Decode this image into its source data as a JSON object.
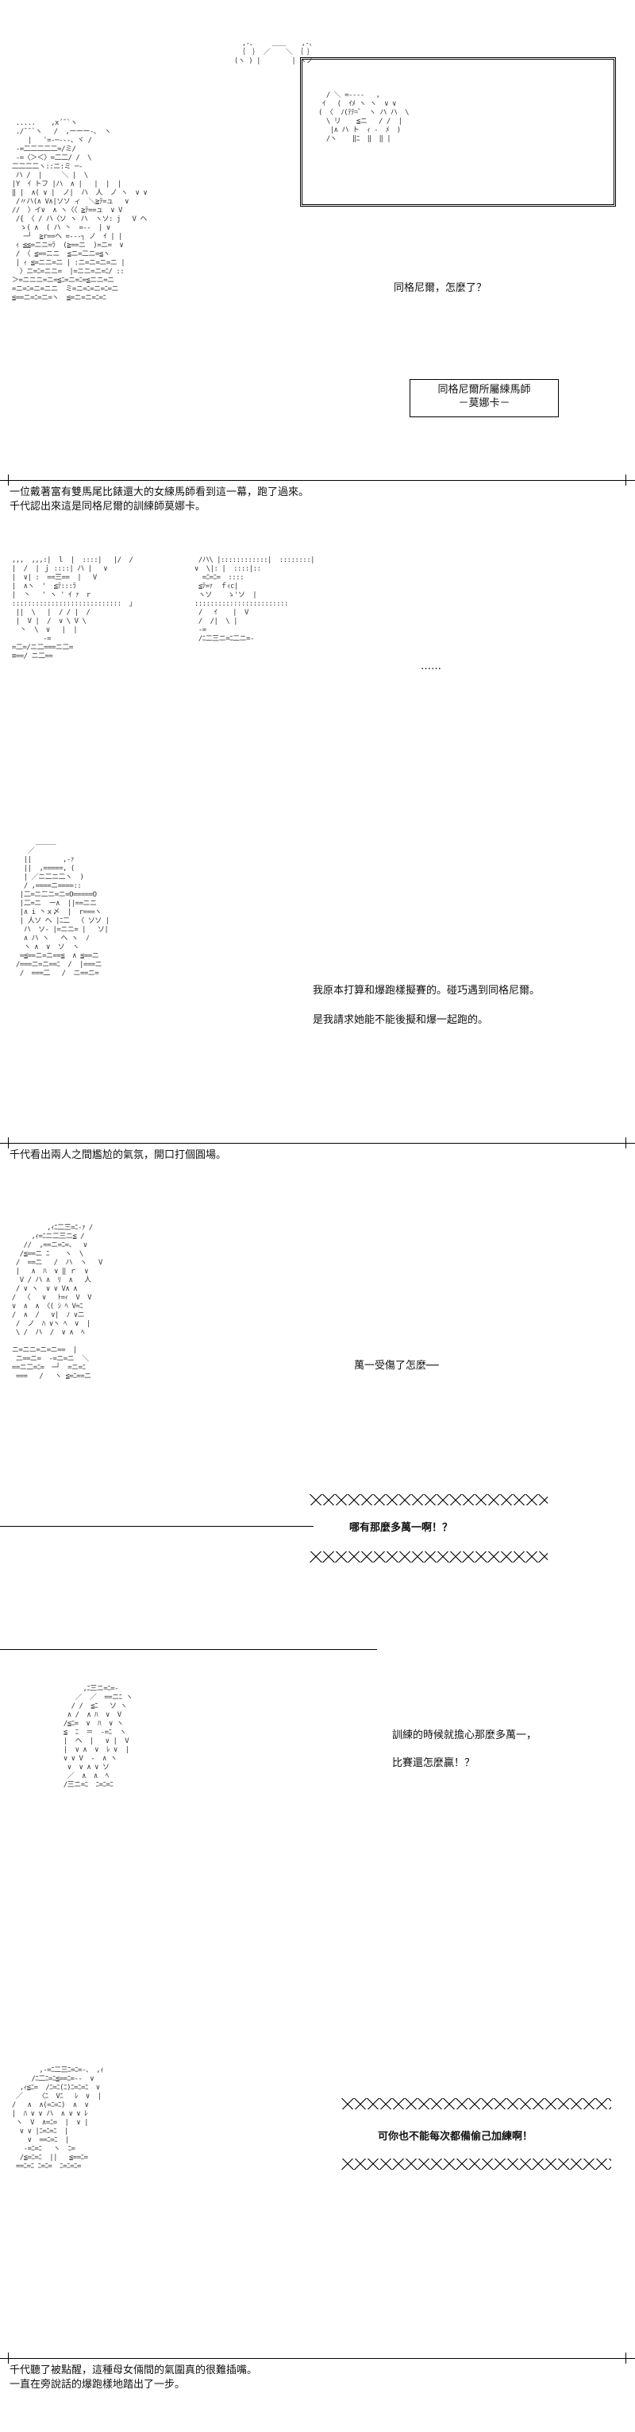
{
  "panel1": {
    "art_main": "  .....    ,x´¯`ヽ\n  ./¯¯`ヽ   /  ,ーーー‐、 ヽ\n     |   ʿ=-─‐--、ヾ /\n  -=二二二二二=/ミ/\n  ‐=〈＞＜〉=二二/ /  \\\n 二二二二ヽ::ニ:ミ ─‐\n  ハ /  |     ＼ |  \\\n |Y  ｲ トフ |ハ  ∧ |   |  |  |\n ‖ |  ∧( ∨ |  ノ|  ハ  人  ノ ヽ  ∨ ∨\n  /〃ハ(∧ V∧|ソソ ィ  ＼≧ﾃ=ュ   ∨\n //  〉イ∨  ∧ ヽ〈〈 ≧ﾃ==ュ  ∨ V\n  /{ 〈 / ハ〈ソ ヽ ハ  ヽソ: j   V ヘ\n   ゝ( ∧  ( ハ 丶  =-‐  | ∨\n    ─┘  ≧r==ヘ =---┐ ノ  ｲ | |\n  ｨ ≦≦=ニニ=ﾗ  (≧==ニ  )=ニ=  ∨\n  / 〈 ≦==ニニ  ≦ニ=二ニ=≦ヽ\n  | ｨ ≦=ニニ=ニ | :ニ=ニ=ニ=ニ |\n   〉ニ=ﾆ=ニニ=  |=ニニ=ニ=ﾆ/ :: \n ＞=ニニニ=ニ=≦ﾆ=ニ=ﾆ=≦ニニ=ニ\n =ニ=ﾆ=ニ=ニニ  ミ=ニ=ﾆ=ニ=ﾆ=ニ\n ≦==ニ=ﾆ=ニ=ヽ  ≦=ニ=ニ=ﾆ=ﾆ",
    "inset_art": "  / ＼ =--‐‐   ,\n ｲ   (  ｲﾒ ヽ ヽ  ∨ ∨\n( 〈  ﾉ(ﾃﾃ=ﾞ  ヽ ハ ハ  \\\n  \\ リ    ≦ニ   / /  |\n   |∧ ハ ト  ｨ -  ﾒ  )\n  /ヽ    ‖ﾆ  ‖  ‖ |",
    "line1": "同格尼爾，怎麼了？",
    "name_box_line1": "同格尼爾所屬練馬師",
    "name_box_line2": "－莫娜卡－",
    "caption_line1": "一位戴著富有雙馬尾比錶還大的女練馬師看到這一幕，跑了過來。",
    "caption_line2": "千代認出來這是同格尼爾的訓練師莫娜卡。"
  },
  "panel2": {
    "art_left": " ,,,  ,,,:|  l  |  ::::|   |/  /\n |  /  | ｊ ::::| ハ |   ∨\n |  ∨| :  ==三==  |   V\n |  ∧ヽ  '  ≦ﾃ:::ﾗ\n |  丶   ' ヽ ' ｲ ｧ  r\n ::::::::::::::::::::::::::::  ｣\n  ||  \\   |  / / |  /\n  |  V |  /  ∨ \\ V \\\n   丶  \\  ∨   |  |\n         ‐=\n =二=/ニ二===ニ二=\n ≡==/ ニ二==",
    "art_right": "  /ハ\\ |::::::::::::|  ::::::::|\n ∨  \\|: |  ::::|::\n   =ﾆ=ﾆ=  ::::\n  ≦ﾃ=ｧ  ｆｨc| \n  ヽソ    ゝ'ソ  |\n ::::::::::::::::::::::::\n  /   ｲ    |  V\n  /  /|  \\ |\n  ‐=  \n  /ﾆ二三ニ=ﾆ二ニ=-",
    "dots": "……",
    "caption": ""
  },
  "panel3": {
    "art": "     ＿＿＿\n   ／      \n  ||        ,-ｧ\n  ||  ,=====, (\n  | ／ニ二ニ二ヽ  )\n  / ,====ニ====::\n |二=ニ二ニ=ニ=O=====O\n |二=ニ  ー∧  ||==ニニ\n |∧ i 丶ｘ〆  |  r===ヽ\n | 人ソ へ |ﾆ二  〈 ソソ |\n  ハ  ソ‐ |=ニニ= |   ソ|\n  ∧ ハ ヽ   ヘ ヽ  ﾉ\n  ヽ ∧  ∨  ソ  ヽ\n =≦==ニ=ニ==≦  ∧ ≦==ニ\n/===ニ=ニ==ﾆ  /  |===ニ\n /  ===二   /  ニ==ニ=",
    "line1": "我原本打算和爆跑樣擬賽的。碰巧遇到同格尼爾。",
    "line2": "是我請求她能不能後擬和爆一起跑的。",
    "caption": "千代看出兩人之間尷尬的氣氛，開口打個圓場。"
  },
  "panel4": {
    "art": "          ,ｨﾆ二三=ﾆ-ｧ /\n      ,ｨ=ﾆニ二三ニ≦ /\n    //  ,==ニ=ﾆ=、  ∨\n   /≦==ニ ﾆ    ヽ  \\\n  /  ==ニ   /  ハ  ヽ   V\n  |   ∧  ﾊ  ∨ ‖ ｒ  ∨\n   V / ハ ∧  ﾘ  ∧   人\n  / ∨ ヽ  ∨ ∨ V∧ ∧\n /  〈   ∨   ﾄ=ｨ  V  V\n ∨  ∧  ∧ 〈( ｼ ﾍ V=ﾆ \n /  ∧  /   ∨|  ﾉ ∨ニ\n  /  ノ  ﾊ ∨ヽ ﾍ  ∨  |\n  \\ /  ハ  /  ∨ ∧  ﾍ\n\n ニ=ニニ=ニ=ニ==  |\n  ニ==ニ=  ‐=ニ=ニ  ＼\n ==ニ二=ﾆ=  ─┘  =ニ=ﾆ\n  ===   /   ヽ ≦=ﾆ==ニ",
    "line1": "萬一受傷了怎麼──",
    "shout": "哪有那麼多萬一啊！？"
  },
  "panel5": {
    "art": "       ,ﾆ三ニ=ﾆ=-\n     ／  ／  ==ニﾆ ヽ\n    / /  ≦ﾆ   ソ ヽ\n   ∧ /  ∧ ﾊ  ∨  V\n  /≦ﾆ=  ∨  ﾊ  ∨ ヽ\n  ≦  ﾆ  ＝  ‐=ﾆ  ヽ\n  |  ヘ  |   ∨ |  V\n  |  ∨ ∧  ∨  ﾚ ∨  |\n  ∨ ∨ V  ‐  ∧ ヽ\n   ∨  ∨ ∧ ∨ ソ\n   ／  ∧  ∧  ﾍ\n  /三ニ=ﾆ  ﾆ=ﾆ=ﾆ",
    "line1": "訓練的時候就擔心那麼多萬一，",
    "line2": "比賽還怎麼贏！？"
  },
  "panel6": {
    "art": "        ,-=ﾆ二三ﾆ=ﾆ=-、 ,ｨ\n      /ﾆ二ﾆ=ﾆ≦==ﾆ=-‐  ∨\n   ,ｨ≦ﾆ=  /ﾆ=ﾆ(ﾆ)ﾆ=ﾆ=ﾆ  ∨\n  ／    〈ﾆ  Vﾆ   ﾚ  ∨  |\n /   ∧  ∧(=ﾆ=ﾆ)  ∧  ∨\n |  ﾊ ∨ ∨ ハ  ∧ ∨ ∨ ﾚ\n  ヽ  V  ∧=ﾆ=  |  ∨ |\n   ∨ ∨ |ﾆ=ﾆ=ﾆ  |\n     ∨  ==ﾆ=ﾆ  |\n    ‐=ﾆ=ﾆ   ヽ  ﾆ=\n   /≦=ﾆ=ﾆ  ||   ≦==ﾆ=\n  ==ﾆ=ﾆ ﾆ=ﾆ=  ﾆ=ﾆ=ﾆ=",
    "shout": "可你也不能每次都備偷己加練啊！",
    "caption_line1": "千代聽了被點醒，這種母女倆間的氣圍真的很難插嘴。",
    "caption_line2": "一直在旁說話的爆跑樣地踏出了一步。"
  }
}
